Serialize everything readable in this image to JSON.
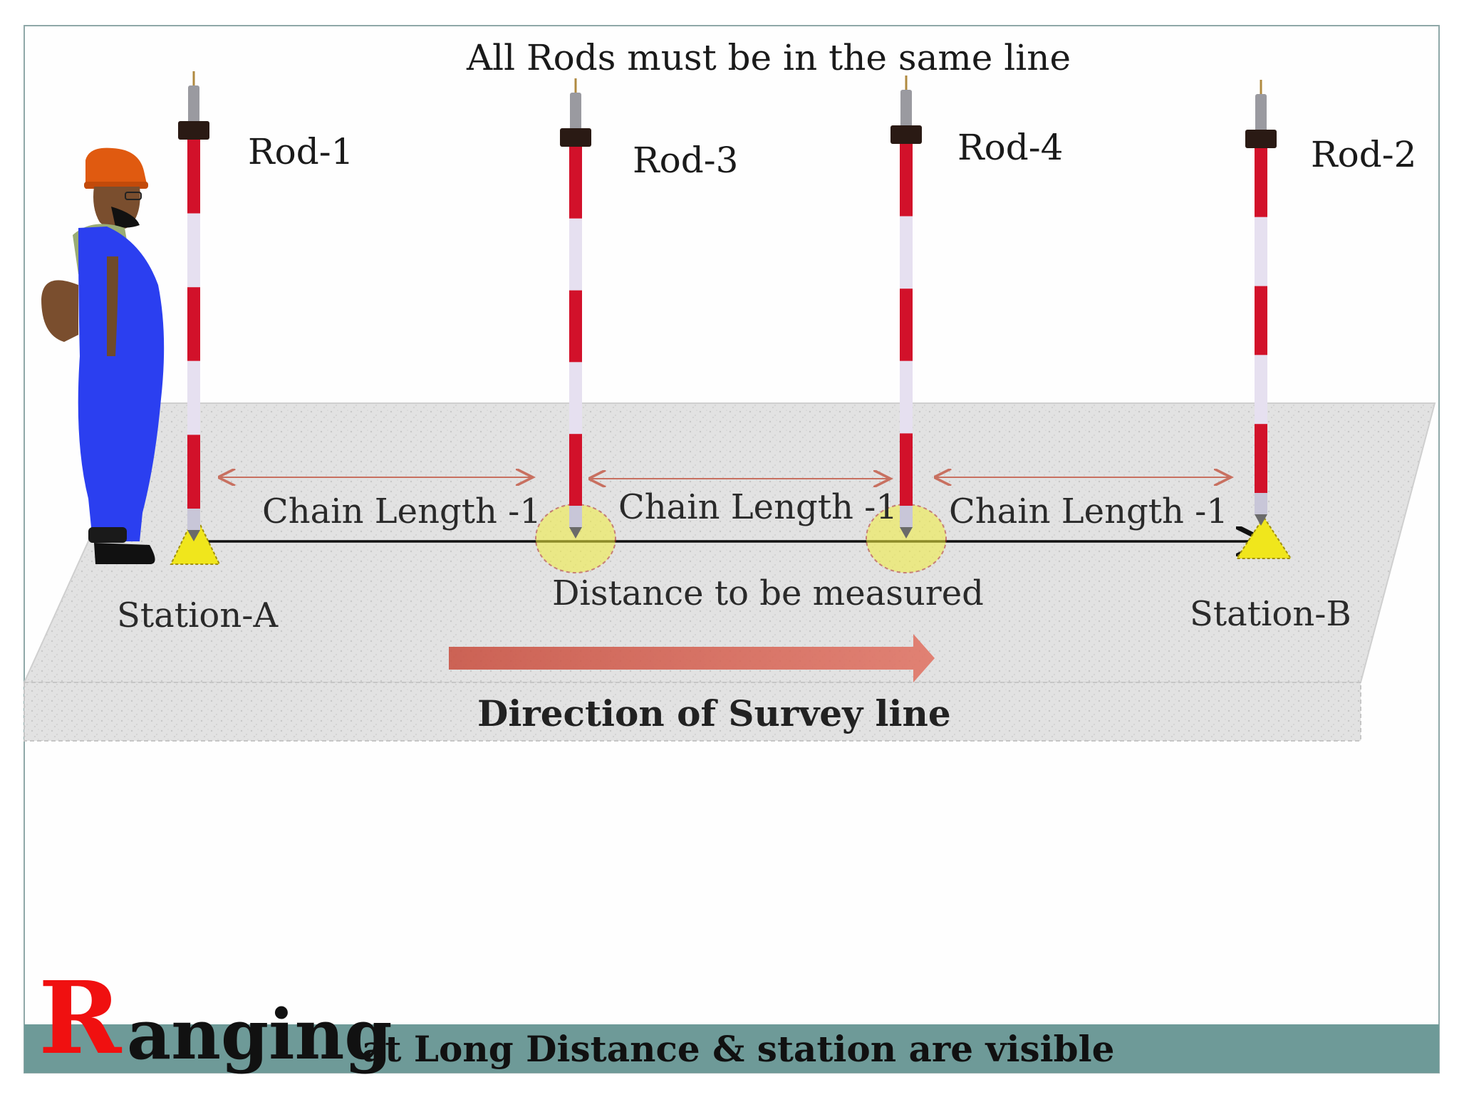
{
  "title": "All Rods must be in the same line",
  "rods": [
    {
      "id": "rod-1",
      "label": "Rod-1"
    },
    {
      "id": "rod-3",
      "label": "Rod-3"
    },
    {
      "id": "rod-4",
      "label": "Rod-4"
    },
    {
      "id": "rod-2",
      "label": "Rod-2"
    }
  ],
  "chain_labels": [
    "Chain Length -1",
    "Chain Length -1",
    "Chain Length -1"
  ],
  "stations": {
    "a": "Station-A",
    "b": "Station-B"
  },
  "distance_label": "Distance to be measured",
  "direction_label": "Direction of Survey line",
  "footer": {
    "big_letter": "R",
    "word_rest": "anging",
    "subtitle": "at Long Distance  & station are  visible"
  },
  "colors": {
    "rod_red": "#d2112a",
    "rod_white": "#e6e0f0",
    "ground": "#dedede",
    "footer_band": "#6e9a98",
    "title_red": "#f01010",
    "overalls_blue": "#2b3ff0",
    "helmet_orange": "#e05a10",
    "marker_yellow": "#f2ee3c",
    "direction_arrow": "#e07060"
  }
}
